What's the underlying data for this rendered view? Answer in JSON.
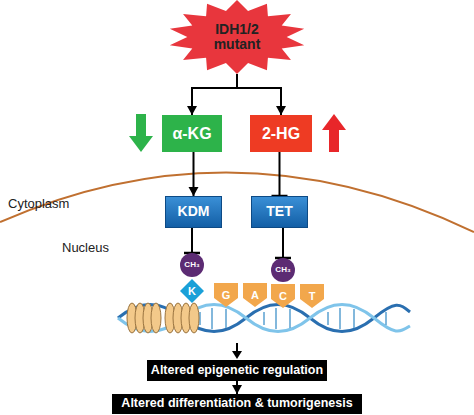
{
  "diagram": {
    "nodes": [
      {
        "text": [
          "IDH1/2 mutant"
        ]
      },
      {
        "text": [
          "α-KG"
        ]
      },
      {
        "text": [
          "2-HG"
        ]
      },
      {
        "text": [
          "KDM"
        ]
      },
      {
        "text": [
          "TET"
        ]
      },
      {
        "text": [
          "CH₃"
        ]
      },
      {
        "text": [
          "CH₃"
        ]
      },
      {
        "text": [
          "K"
        ]
      },
      {
        "text": [
          "G"
        ]
      },
      {
        "text": [
          "A"
        ]
      },
      {
        "text": [
          "C"
        ]
      },
      {
        "text": [
          "T"
        ]
      },
      {
        "text": [
          "Altered epigenetic regulation"
        ]
      },
      {
        "text": [
          "Altered differentiation & tumorigenesis"
        ]
      }
    ],
    "edges": [
      {
        "from": 0,
        "to": 1,
        "arrow": "to"
      },
      {
        "from": 0,
        "to": 2,
        "arrow": "to"
      },
      {
        "from": 1,
        "to": 3,
        "arrow": "to"
      },
      {
        "from": 2,
        "to": 4,
        "arrow": "to"
      },
      {
        "from": 3,
        "to": 5,
        "arrow": "to"
      },
      {
        "from": 4,
        "to": 6,
        "arrow": "to"
      },
      {
        "from": 12,
        "to": 13,
        "arrow": "to"
      }
    ],
    "labels": [
      "Cytoplasm",
      "Nucleus"
    ]
  }
}
